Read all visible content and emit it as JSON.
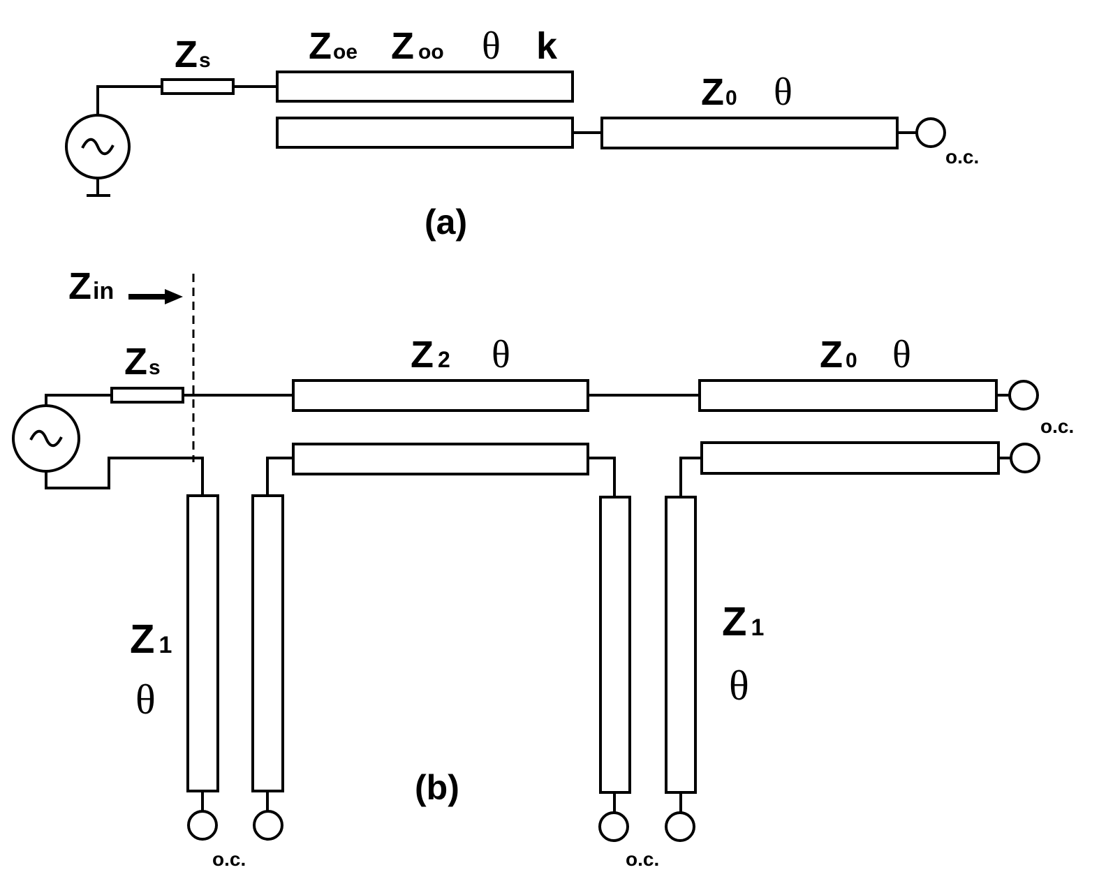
{
  "panel_a": {
    "caption": "(a)",
    "zs": {
      "main": "Z",
      "sub": "s"
    },
    "coupled_label": {
      "z1": "Z",
      "z1_sub": "oe",
      "z2": "Z",
      "z2_sub": "oo",
      "theta": "θ",
      "k": "k"
    },
    "line_label": {
      "main": "Z",
      "sub": "0",
      "theta": "θ"
    },
    "oc": "o.c.",
    "source_symbol": "~"
  },
  "panel_b": {
    "caption": "(b)",
    "zin": {
      "main": "Z",
      "sub": "in"
    },
    "zs": {
      "main": "Z",
      "sub": "s"
    },
    "z2_label": {
      "main": "Z",
      "sub": "2",
      "theta": "θ"
    },
    "z0_label": {
      "main": "Z",
      "sub": "0",
      "theta": "θ"
    },
    "z1_left": {
      "main": "Z",
      "sub": "1",
      "theta": "θ"
    },
    "z1_right": {
      "main": "Z",
      "sub": "1",
      "theta": "θ"
    },
    "oc_right": "o.c.",
    "oc_bottom_left": "o.c.",
    "oc_bottom_right": "o.c.",
    "source_symbol": "~"
  }
}
